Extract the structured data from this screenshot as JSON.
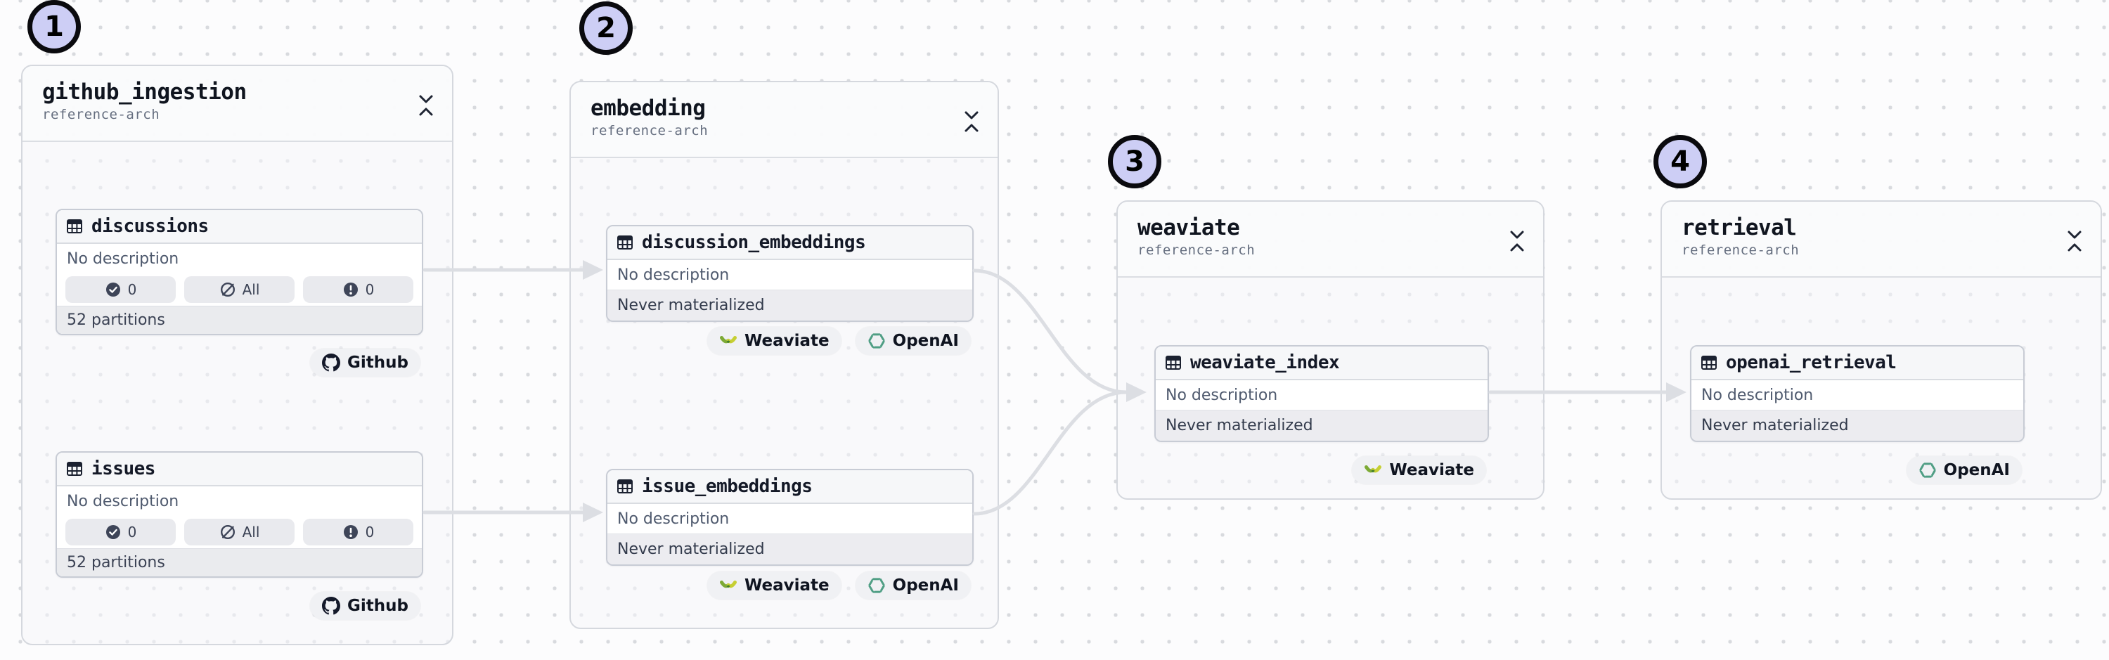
{
  "diagram": {
    "groups": [
      {
        "number": "1",
        "title": "github_ingestion",
        "subtitle": "reference-arch",
        "assets": [
          {
            "name": "discussions",
            "description": "No description",
            "stats": [
              {
                "icon": "check-circle-icon",
                "value": "0"
              },
              {
                "icon": "circle-slash-icon",
                "value": "All"
              },
              {
                "icon": "alert-circle-icon",
                "value": "0"
              }
            ],
            "footer": "52 partitions",
            "tags": [
              {
                "icon": "github-icon",
                "label": "Github"
              }
            ]
          },
          {
            "name": "issues",
            "description": "No description",
            "stats": [
              {
                "icon": "check-circle-icon",
                "value": "0"
              },
              {
                "icon": "circle-slash-icon",
                "value": "All"
              },
              {
                "icon": "alert-circle-icon",
                "value": "0"
              }
            ],
            "footer": "52 partitions",
            "tags": [
              {
                "icon": "github-icon",
                "label": "Github"
              }
            ]
          }
        ]
      },
      {
        "number": "2",
        "title": "embedding",
        "subtitle": "reference-arch",
        "assets": [
          {
            "name": "discussion_embeddings",
            "description": "No description",
            "status": "Never materialized",
            "tags": [
              {
                "icon": "weaviate-icon",
                "label": "Weaviate"
              },
              {
                "icon": "openai-icon",
                "label": "OpenAI"
              }
            ]
          },
          {
            "name": "issue_embeddings",
            "description": "No description",
            "status": "Never materialized",
            "tags": [
              {
                "icon": "weaviate-icon",
                "label": "Weaviate"
              },
              {
                "icon": "openai-icon",
                "label": "OpenAI"
              }
            ]
          }
        ]
      },
      {
        "number": "3",
        "title": "weaviate",
        "subtitle": "reference-arch",
        "assets": [
          {
            "name": "weaviate_index",
            "description": "No description",
            "status": "Never materialized",
            "tags": [
              {
                "icon": "weaviate-icon",
                "label": "Weaviate"
              }
            ]
          }
        ]
      },
      {
        "number": "4",
        "title": "retrieval",
        "subtitle": "reference-arch",
        "assets": [
          {
            "name": "openai_retrieval",
            "description": "No description",
            "status": "Never materialized",
            "tags": [
              {
                "icon": "openai-icon",
                "label": "OpenAI"
              }
            ]
          }
        ]
      }
    ],
    "edges": [
      {
        "from": "discussions",
        "to": "discussion_embeddings"
      },
      {
        "from": "issues",
        "to": "issue_embeddings"
      },
      {
        "from": "discussion_embeddings",
        "to": "weaviate_index"
      },
      {
        "from": "issue_embeddings",
        "to": "weaviate_index"
      },
      {
        "from": "weaviate_index",
        "to": "openai_retrieval"
      }
    ],
    "colors": {
      "edge": "#dcdee3",
      "annotation_fill": "#cdcef5",
      "github_black": "#14192a",
      "weaviate_green": "#7daa35",
      "weaviate_yellow": "#c6cf33",
      "openai_green": "#4f9e84",
      "pill_icon": "#3e4558"
    }
  }
}
